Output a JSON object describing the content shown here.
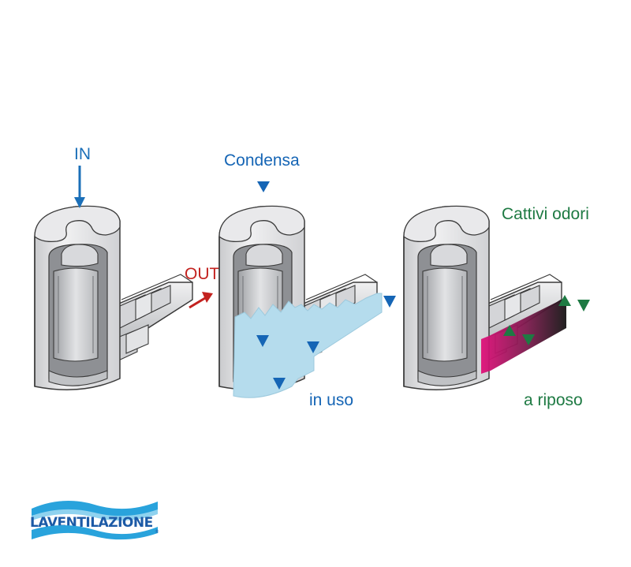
{
  "labels": {
    "in": "IN",
    "out": "OUT",
    "condensa": "Condensa",
    "in_uso": "in uso",
    "cattivi_odori": "Cattivi odori",
    "a_riposo": "a riposo"
  },
  "logo": {
    "text": "LAVENTILAZIONE",
    "mark": "®"
  },
  "colors": {
    "in_blue": "#1b6fb8",
    "out_red": "#c3221f",
    "water": "#b5dced",
    "condensa_blue": "#1565b5",
    "odor_green": "#1e7a43",
    "odor_magenta": "#e0117a",
    "odor_dark": "#1a1a1a",
    "body_grey": "#dcdde0",
    "body_dark": "#a7a9ad",
    "outline": "#3a3a3a"
  }
}
